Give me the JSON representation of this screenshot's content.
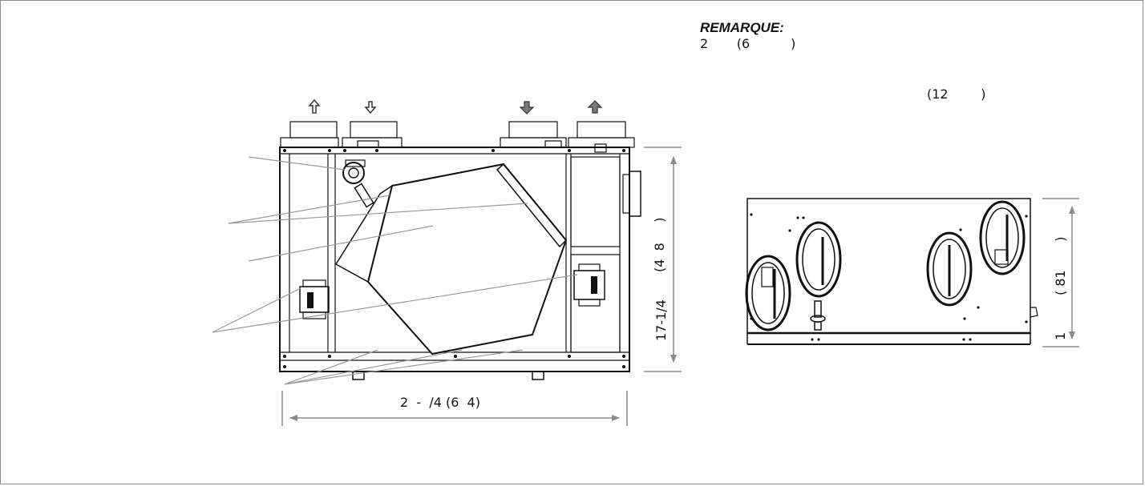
{
  "note": {
    "title": "REMARQUE:",
    "line1": "2       (6          )",
    "line2": "(12        )"
  },
  "dimensions": {
    "height_main": "17-1/4",
    "height_sub": "(4  8     )",
    "width": "2  -  /4 (6  4)",
    "side_height": "1         ( 81       )"
  },
  "arrows": {
    "left_out": "outline-up-arrow",
    "left_in": "outline-down-arrow",
    "right_in": "filled-down-arrow",
    "right_out": "filled-up-arrow"
  },
  "colors": {
    "line": "#111111",
    "dimension": "#8a8a8a",
    "leader": "#9a9a9a",
    "arrow_fill": "#7a7a7a"
  }
}
